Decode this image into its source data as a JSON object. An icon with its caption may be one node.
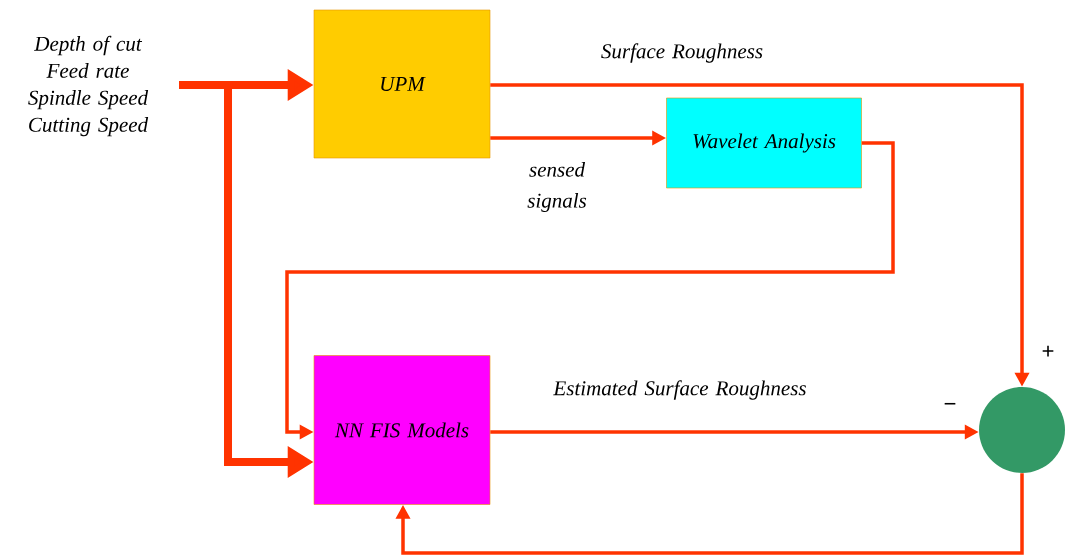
{
  "diagram": {
    "nodes": [
      {
        "text": [
          "Depth of cut",
          "Feed rate",
          "Spindle Speed",
          "Cutting Speed"
        ]
      },
      {
        "text": [
          "UPM"
        ]
      },
      {
        "text": [
          "Wavelet Analysis"
        ]
      },
      {
        "text": [
          "NN FIS Models"
        ]
      },
      {
        "text": [],
        "shape": "circle"
      }
    ],
    "edges": [
      {
        "from": 0,
        "to": 1,
        "arrow": "to",
        "style": "thick"
      },
      {
        "from": 0,
        "to": 3,
        "arrow": "to",
        "style": "thick"
      },
      {
        "from": 1,
        "to": 4,
        "arrow": "to",
        "label": "Surface Roughness"
      },
      {
        "from": 1,
        "to": 2,
        "arrow": "to",
        "label": "sensed signals"
      },
      {
        "from": 2,
        "to": 3,
        "arrow": "to"
      },
      {
        "from": 3,
        "to": 4,
        "arrow": "to",
        "label": "Estimated Surface Roughness"
      },
      {
        "from": 4,
        "to": 3,
        "arrow": "to"
      }
    ],
    "labels": [
      "+",
      "−"
    ]
  }
}
